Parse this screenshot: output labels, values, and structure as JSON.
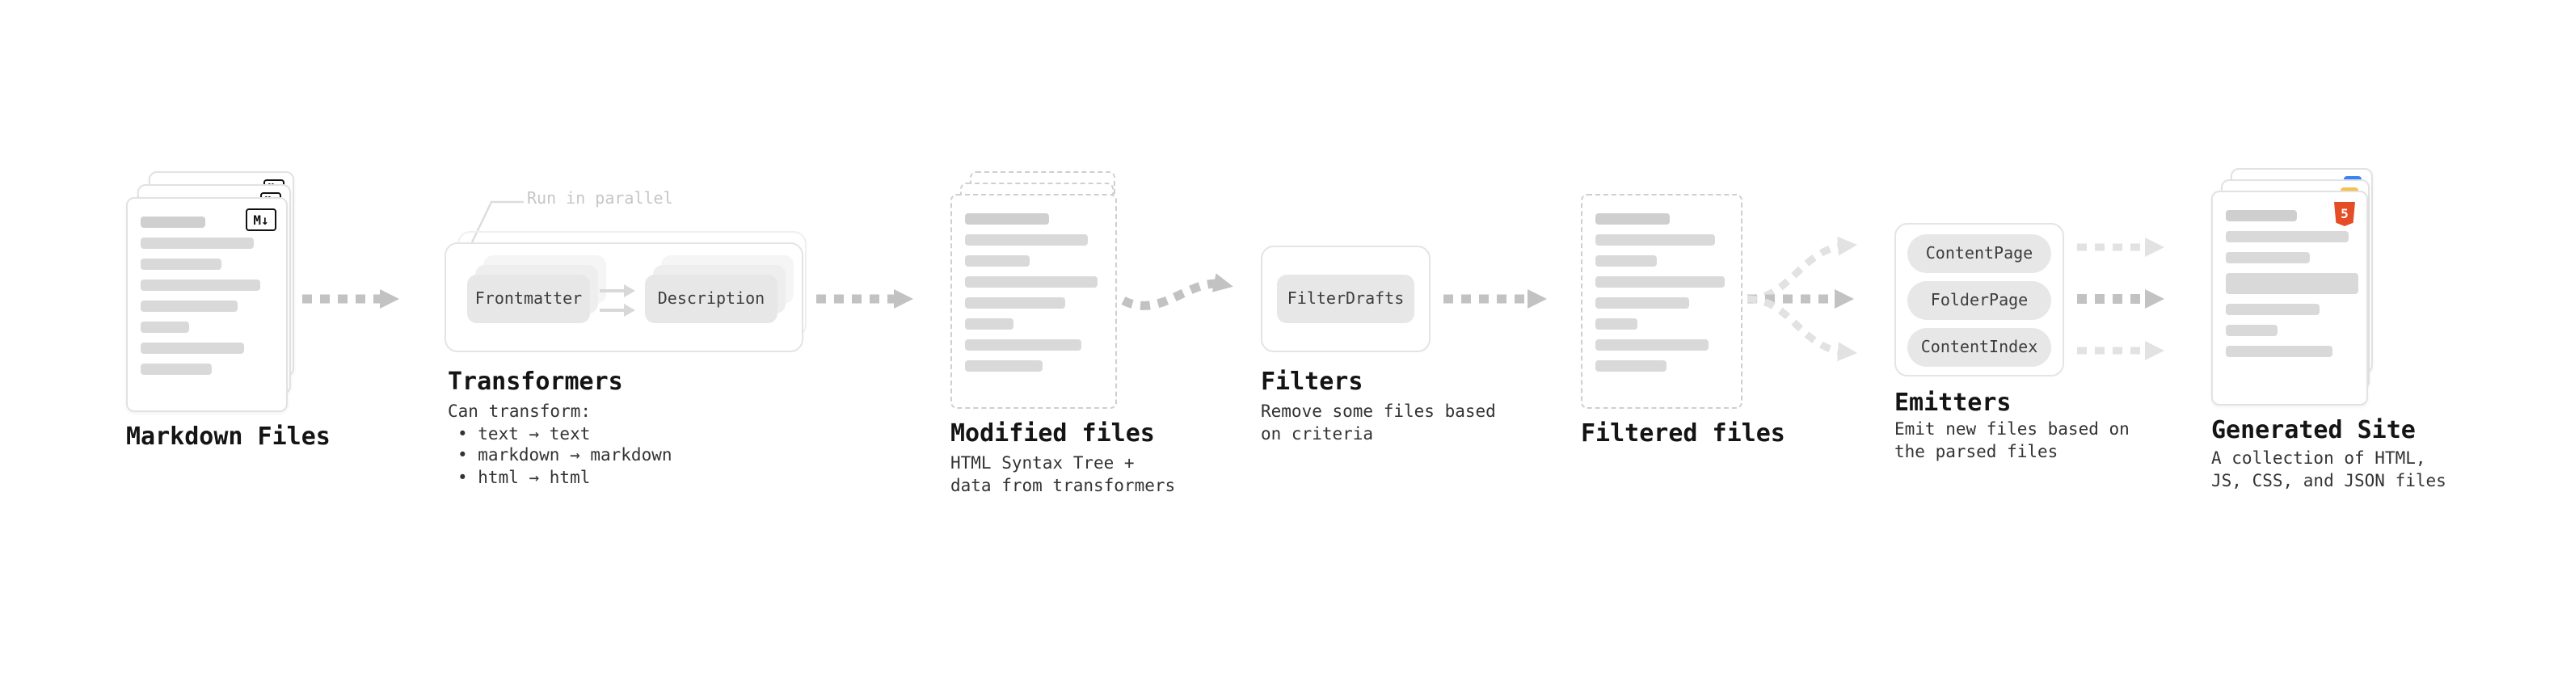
{
  "diagram": {
    "stages": {
      "markdown_files": {
        "title": "Markdown Files",
        "file_icon": "M↓"
      },
      "transformers": {
        "title": "Transformers",
        "note": "Run in parallel",
        "nodes": [
          "Frontmatter",
          "Description"
        ],
        "caption_heading": "Can transform:",
        "bullets": [
          "• text → text",
          "• markdown → markdown",
          "• html → html"
        ]
      },
      "modified_files": {
        "title": "Modified files",
        "caption": "HTML Syntax Tree +\ndata from transformers"
      },
      "filters": {
        "title": "Filters",
        "nodes": [
          "FilterDrafts"
        ],
        "caption": "Remove some files based\non criteria"
      },
      "filtered_files": {
        "title": "Filtered files"
      },
      "emitters": {
        "title": "Emitters",
        "nodes": [
          "ContentPage",
          "FolderPage",
          "ContentIndex"
        ],
        "caption": "Emit new files based on\nthe parsed files"
      },
      "generated_site": {
        "title": "Generated Site",
        "html5_icon_text": "5",
        "caption": "A collection of HTML,\nJS, CSS, and JSON files"
      }
    }
  },
  "colors": {
    "arrow-mid": "#c2c2c2",
    "arrow-light": "#e2e2e2",
    "node-bg": "#e7e7e7",
    "card-border": "#e2e2e2",
    "dashed-border": "#cfcfcf",
    "html5-orange": "#e44d26",
    "css-blue": "#3b82f6",
    "js-yellow": "#f2c14e",
    "note-gray": "#c6c6c6"
  }
}
